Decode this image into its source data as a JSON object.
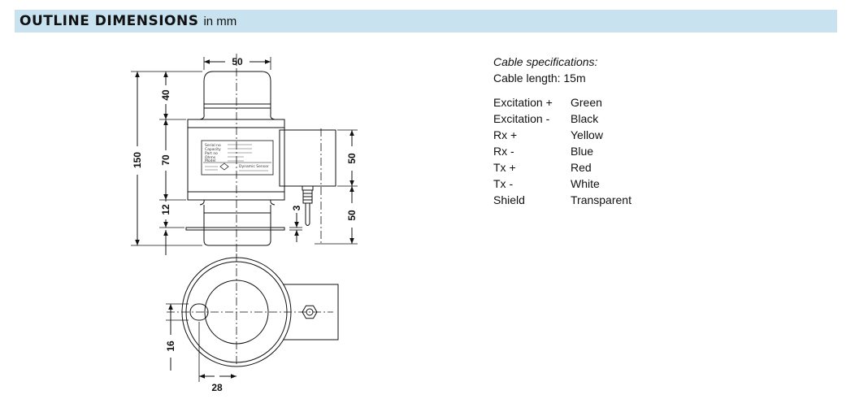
{
  "header": {
    "bold_text": "OUTLINE DIMENSIONS",
    "unit_text": "in mm"
  },
  "dimensions": {
    "top_width": "50",
    "overall_height": "150",
    "top_section": "40",
    "body_section": "70",
    "base_section": "12",
    "connector_box": "50",
    "connector_lower": "50",
    "base_plate": "3",
    "slot_height": "16",
    "slot_offset": "28"
  },
  "label_plate": {
    "lines": [
      "Serial no",
      "Capacity",
      "Part no",
      "Ohms",
      "Model"
    ],
    "brand": "Dynamic Sensor"
  },
  "cable": {
    "title": "Cable specifications:",
    "length": "Cable length: 15m",
    "wires": [
      {
        "signal": "Excitation +",
        "color": "Green"
      },
      {
        "signal": "Excitation -",
        "color": "Black"
      },
      {
        "signal": "Rx +",
        "color": "Yellow"
      },
      {
        "signal": "Rx -",
        "color": "Blue"
      },
      {
        "signal": "Tx +",
        "color": "Red"
      },
      {
        "signal": "Tx -",
        "color": "White"
      },
      {
        "signal": "Shield",
        "color": "Transparent"
      }
    ]
  },
  "colors": {
    "banner": "#c9e2ef",
    "line": "#111111"
  }
}
